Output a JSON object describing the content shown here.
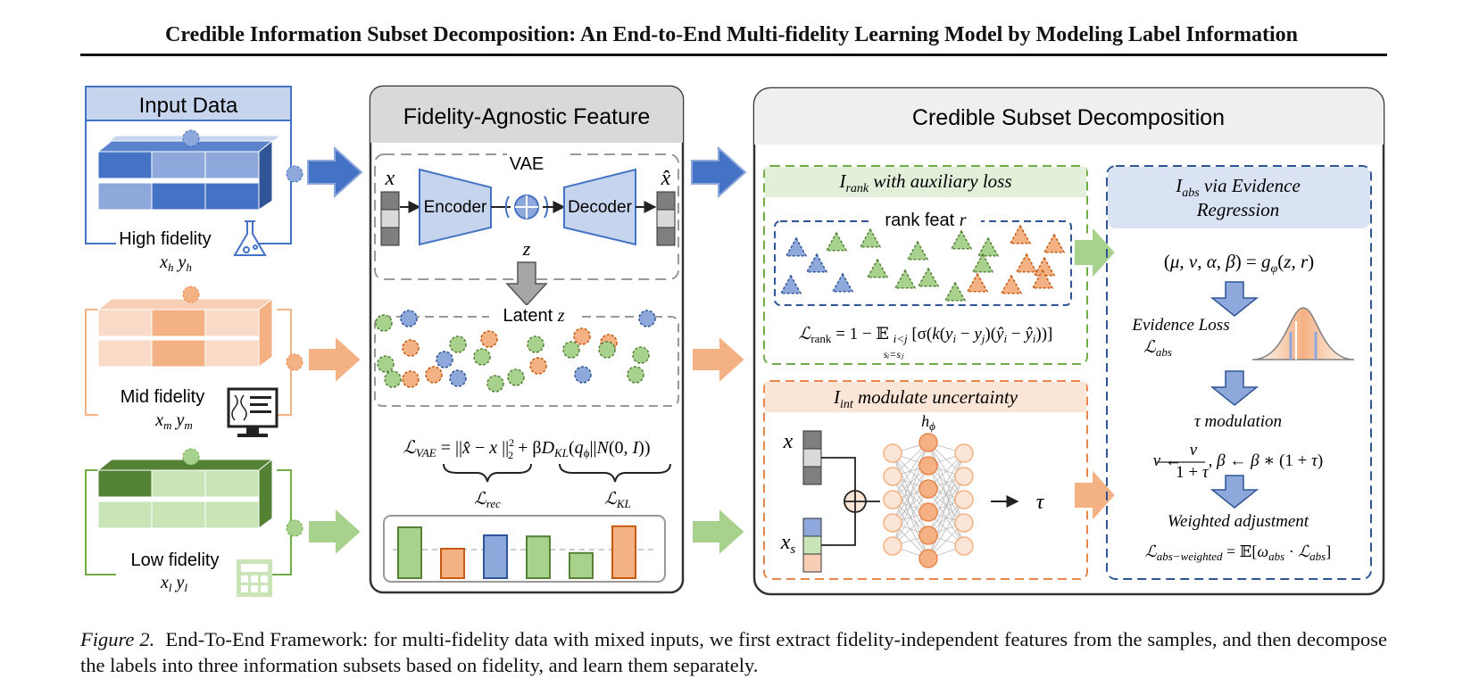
{
  "header": {
    "title": "Credible Information Subset Decomposition: An End-to-End Multi-fidelity Learning Model by Modeling Label Information"
  },
  "colors": {
    "blue": "#4472C4",
    "blue_fill": "#C7D4EE",
    "orange": "#E8884F",
    "orange_fill": "#F8CFB4",
    "green": "#70AD47",
    "green_fill": "#C9E5B7",
    "gray_header": "#D9D9D9",
    "arrow_blue": "#4472C4",
    "arrow_orange": "#F4B183",
    "arrow_green": "#A9D18E"
  },
  "input_panel": {
    "title": "Input Data",
    "high": {
      "label": "High fidelity",
      "vars": "x_h y_h",
      "icon": "flask-icon"
    },
    "mid": {
      "label": "Mid fidelity",
      "vars": "x_m y_m",
      "icon": "dna-monitor-icon"
    },
    "low": {
      "label": "Low fidelity",
      "vars": "x_l y_l",
      "icon": "calculator-icon"
    }
  },
  "feature_panel": {
    "title": "Fidelity-Agnostic Feature",
    "vae_label": "VAE",
    "encoder": "Encoder",
    "decoder": "Decoder",
    "input_var": "x",
    "output_var": "x̂",
    "z_var": "z",
    "latent_label": "Latent",
    "loss_formula": "ℒVAE = ||x̂ − x||²₂ + βDKL(qϕ||N(0, I))",
    "loss_rec": "ℒrec",
    "loss_kl": "ℒKL",
    "latent_points": [
      {
        "c": "green"
      },
      {
        "c": "blue"
      },
      {
        "c": "orange"
      },
      {
        "c": "green"
      },
      {
        "c": "green"
      },
      {
        "c": "green"
      },
      {
        "c": "orange"
      },
      {
        "c": "green"
      },
      {
        "c": "green"
      },
      {
        "c": "orange"
      },
      {
        "c": "green"
      },
      {
        "c": "blue"
      },
      {
        "c": "orange"
      },
      {
        "c": "blue"
      },
      {
        "c": "green"
      },
      {
        "c": "orange"
      },
      {
        "c": "orange"
      },
      {
        "c": "green"
      },
      {
        "c": "green"
      },
      {
        "c": "blue"
      },
      {
        "c": "green"
      },
      {
        "c": "blue"
      },
      {
        "c": "orange"
      },
      {
        "c": "green"
      }
    ],
    "bars": [
      {
        "c": "green",
        "v": 0.95
      },
      {
        "c": "orange",
        "v": 0.55
      },
      {
        "c": "blue",
        "v": 0.8
      },
      {
        "c": "green",
        "v": 0.78
      },
      {
        "c": "green",
        "v": 0.47
      },
      {
        "c": "orange",
        "v": 0.97
      }
    ]
  },
  "decomp_panel": {
    "title": "Credible Subset Decomposition",
    "rank_box": {
      "title": "I_rank with auxiliary loss",
      "feat_label": "rank feat r",
      "loss": "ℒrank = 1 − 𝔼 i<j, sᵢ=sⱼ [σ(k(yᵢ − yⱼ)(ŷᵢ − ŷᵢ))]",
      "triangles": [
        {
          "c": "blue"
        },
        {
          "c": "green"
        },
        {
          "c": "green"
        },
        {
          "c": "green"
        },
        {
          "c": "green"
        },
        {
          "c": "green"
        },
        {
          "c": "orange"
        },
        {
          "c": "orange"
        },
        {
          "c": "orange"
        },
        {
          "c": "blue"
        },
        {
          "c": "blue"
        },
        {
          "c": "blue"
        },
        {
          "c": "green"
        },
        {
          "c": "green"
        },
        {
          "c": "green"
        },
        {
          "c": "green"
        },
        {
          "c": "orange"
        },
        {
          "c": "orange"
        },
        {
          "c": "orange"
        },
        {
          "c": "green"
        },
        {
          "c": "orange"
        }
      ]
    },
    "int_box": {
      "title": "I_int modulate uncertainty",
      "net_label": "hϕ",
      "input_x": "x",
      "input_xs": "xs",
      "output": "τ"
    },
    "abs_box": {
      "title_line1": "I_abs via Evidence",
      "title_line2": "Regression",
      "formula": "(μ, ν, α, β) = gφ(z, r)",
      "evidence_loss": "Evidence Loss",
      "evidence_loss_sym": "ℒabs",
      "tau_mod": "τ modulation",
      "update": "ν ← ν/(1 + τ),  β ← β ∗ (1 + τ)",
      "weighted": "Weighted adjustment",
      "weighted_formula": "ℒabs−weighted = 𝔼[ωabs · ℒabs]"
    }
  },
  "caption": {
    "label": "Figure 2.",
    "text": "End-To-End Framework: for multi-fidelity data with mixed inputs, we first extract fidelity-independent features from the samples, and then decompose the labels into three information subsets based on fidelity, and learn them separately."
  }
}
